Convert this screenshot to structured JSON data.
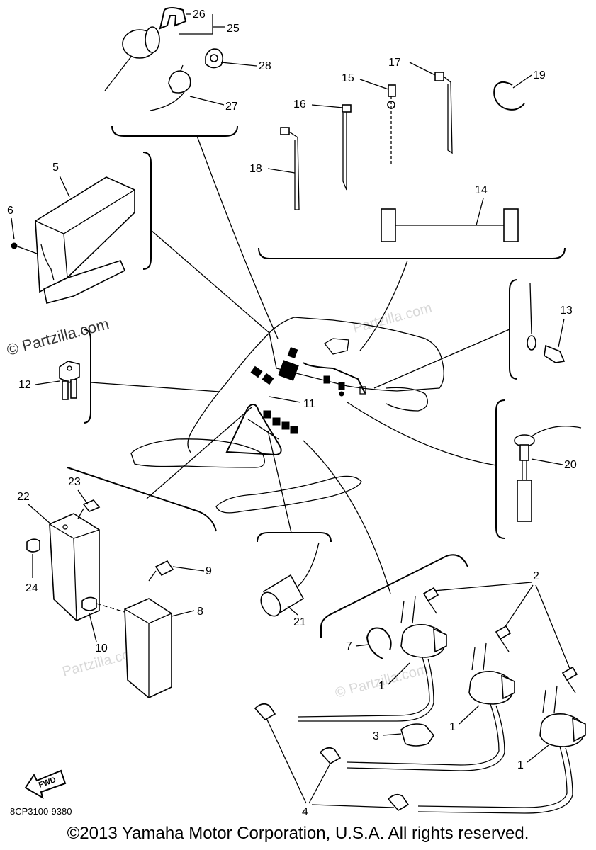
{
  "callouts": {
    "c1a": "1",
    "c1b": "1",
    "c1c": "1",
    "c2": "2",
    "c3": "3",
    "c4": "4",
    "c5": "5",
    "c6": "6",
    "c7": "7",
    "c8": "8",
    "c9": "9",
    "c10": "10",
    "c11": "11",
    "c12": "12",
    "c13": "13",
    "c14": "14",
    "c15": "15",
    "c16": "16",
    "c17": "17",
    "c18": "18",
    "c19": "19",
    "c20": "20",
    "c21": "21",
    "c22": "22",
    "c23": "23",
    "c24": "24",
    "c25": "25",
    "c26": "26",
    "c27": "27",
    "c28": "28"
  },
  "watermarks": {
    "main": "© Partzilla.com",
    "faint": "Partzilla.com",
    "faint_full": "© Partzilla.com"
  },
  "fwd_label": "FWD",
  "diagram_code": "8CP3100-9380",
  "copyright": "©2013  Yamaha Motor Corporation, U.S.A. All rights reserved.",
  "colors": {
    "line": "#000000",
    "background": "#ffffff",
    "watermark": "#d8d8d8"
  }
}
